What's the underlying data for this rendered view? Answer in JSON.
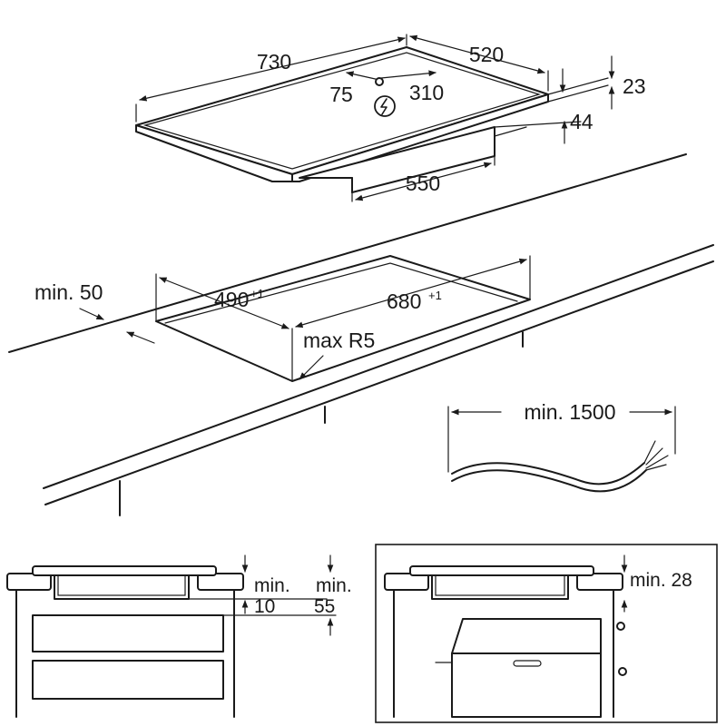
{
  "hob": {
    "width": "730",
    "depth": "520",
    "connection_offset_left": "75",
    "connection_offset_right": "310",
    "glass_thickness": "23",
    "total_height": "44",
    "body_width": "550"
  },
  "cutout": {
    "front_margin": "min. 50",
    "depth": "490",
    "depth_tolerance": "+1",
    "width": "680",
    "width_tolerance": "+1",
    "corner_radius": "max R5"
  },
  "cable": {
    "min_length": "min. 1500"
  },
  "clearances": {
    "drawer_gap_label": "min.",
    "drawer_gap_value": "10",
    "drawer_space_label": "min.",
    "drawer_space_value": "55",
    "oven_gap": "min. 28"
  },
  "icons": {
    "electric": "electrical-connection-icon"
  }
}
